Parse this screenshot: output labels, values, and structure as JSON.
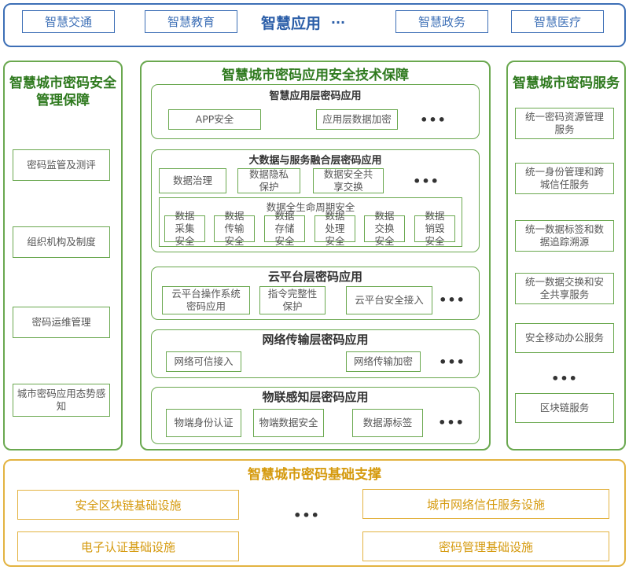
{
  "top": {
    "left_items": [
      "智慧交通",
      "智慧教育"
    ],
    "center": "智慧应用",
    "center_dots": "···",
    "right_items": [
      "智慧政务",
      "智慧医疗"
    ]
  },
  "left_panel": {
    "title": "智慧城市密码安全管理保障",
    "items": [
      "密码监管及测评",
      "组织机构及制度",
      "密码运维管理",
      "城市密码应用态势感知"
    ]
  },
  "center_panel": {
    "title": "智慧城市密码应用安全技术保障",
    "app_layer": {
      "title": "智慧应用层密码应用",
      "items": [
        "APP安全",
        "应用层数据加密"
      ],
      "dots": "•••"
    },
    "bigdata_layer": {
      "title": "大数据与服务融合层密码应用",
      "items": [
        "数据治理",
        "数据隐私保护",
        "数据安全共享交换"
      ],
      "dots": "•••",
      "lifecycle": {
        "title": "数据全生命周期安全",
        "items": [
          "数据采集安全",
          "数据传输安全",
          "数据存储安全",
          "数据处理安全",
          "数据交换安全",
          "数据销毁安全"
        ]
      }
    },
    "cloud_layer": {
      "title": "云平台层密码应用",
      "items": [
        "云平台操作系统密码应用",
        "指令完整性保护",
        "云平台安全接入"
      ],
      "dots": "•••"
    },
    "network_layer": {
      "title": "网络传输层密码应用",
      "items": [
        "网络可信接入",
        "网络传输加密"
      ],
      "dots": "•••"
    },
    "iot_layer": {
      "title": "物联感知层密码应用",
      "items": [
        "物端身份认证",
        "物端数据安全",
        "数据源标签"
      ],
      "dots": "•••"
    }
  },
  "right_panel": {
    "title": "智慧城市密码服务",
    "items": [
      "统一密码资源管理服务",
      "统一身份管理和跨城信任服务",
      "统一数据标签和数据追踪溯源",
      "统一数据交换和安全共享服务",
      "安全移动办公服务"
    ],
    "dots": "•••",
    "last_item": "区块链服务"
  },
  "bottom_panel": {
    "title": "智慧城市密码基础支撑",
    "left_items": [
      "安全区块链基础设施",
      "电子认证基础设施"
    ],
    "dots": "•••",
    "right_items": [
      "城市网络信任服务设施",
      "密码管理基础设施"
    ]
  }
}
